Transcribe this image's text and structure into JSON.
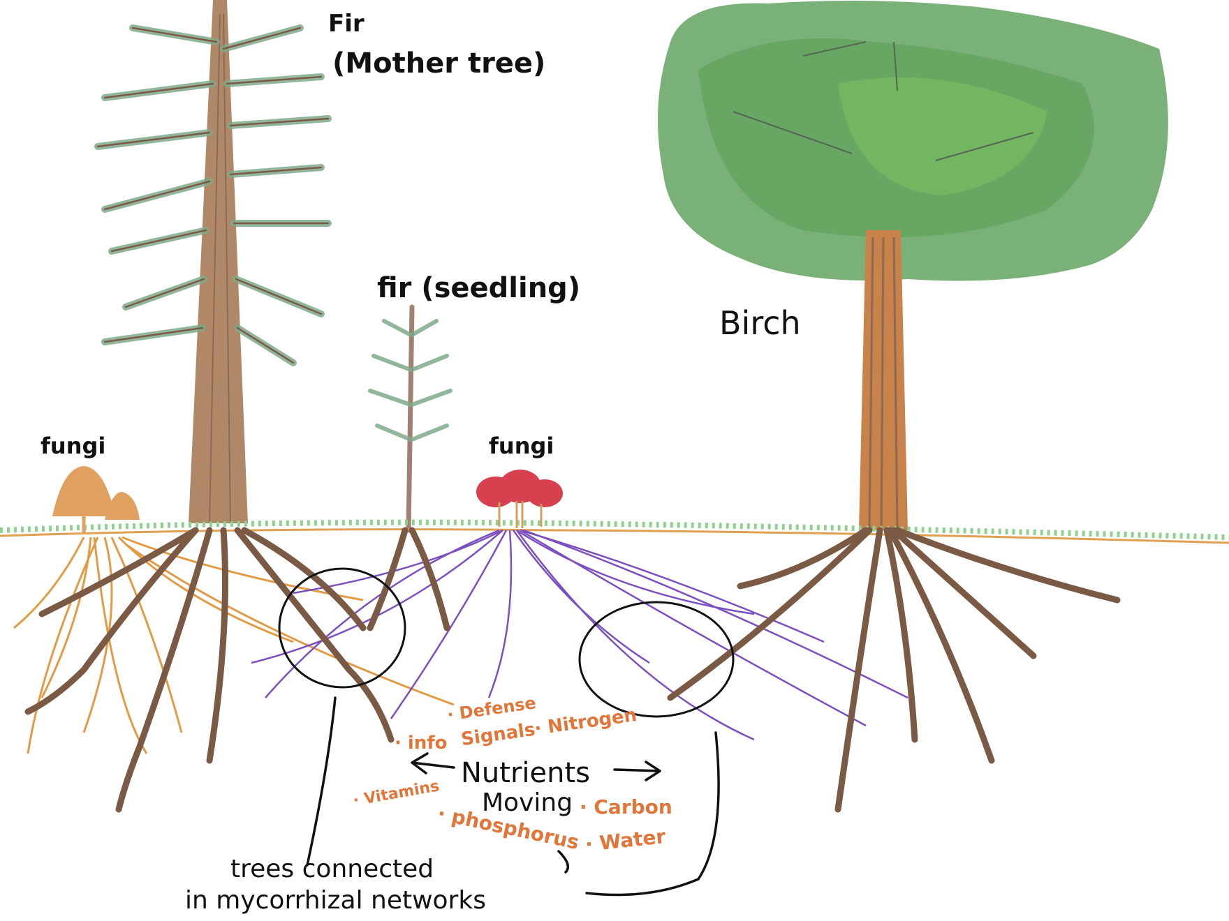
{
  "diagram": {
    "title": "Trees connected in mycorrhizal networks",
    "labels": {
      "mother_tree": "Fir",
      "mother_tree_sub": "(Mother tree)",
      "seedling": "fir (seedling)",
      "birch": "Birch",
      "fungi_left": "fungi",
      "fungi_center": "fungi",
      "nutrients": "Nutrients",
      "moving": "Moving",
      "caption_line1": "trees connected",
      "caption_line2": "in mycorrhizal networks"
    },
    "exchanged_items": [
      {
        "id": "defense",
        "text": "· Defense"
      },
      {
        "id": "signals",
        "text": "Signals"
      },
      {
        "id": "nitrogen",
        "text": "· Nitrogen"
      },
      {
        "id": "info",
        "text": "· info"
      },
      {
        "id": "vitamins",
        "text": "· Vitamins"
      },
      {
        "id": "phosphorus",
        "text": "· phosphorus"
      },
      {
        "id": "carbon",
        "text": "· Carbon"
      },
      {
        "id": "water",
        "text": "· Water"
      }
    ],
    "colors": {
      "ground_line": "#e0a050",
      "grass": "#8fd18f",
      "roots": "#7a5a45",
      "fungal_hyphae_orange": "#e39a45",
      "fungal_hyphae_purple": "#7b4fc0",
      "canopy": "#6aa96a",
      "fir_needles": "#7faa8a",
      "trunk": "#b08868",
      "red_fungi": "#d6404f",
      "orange_fungi": "#e0a060",
      "annotation_orange": "#e0763a",
      "ink": "#111111"
    }
  }
}
